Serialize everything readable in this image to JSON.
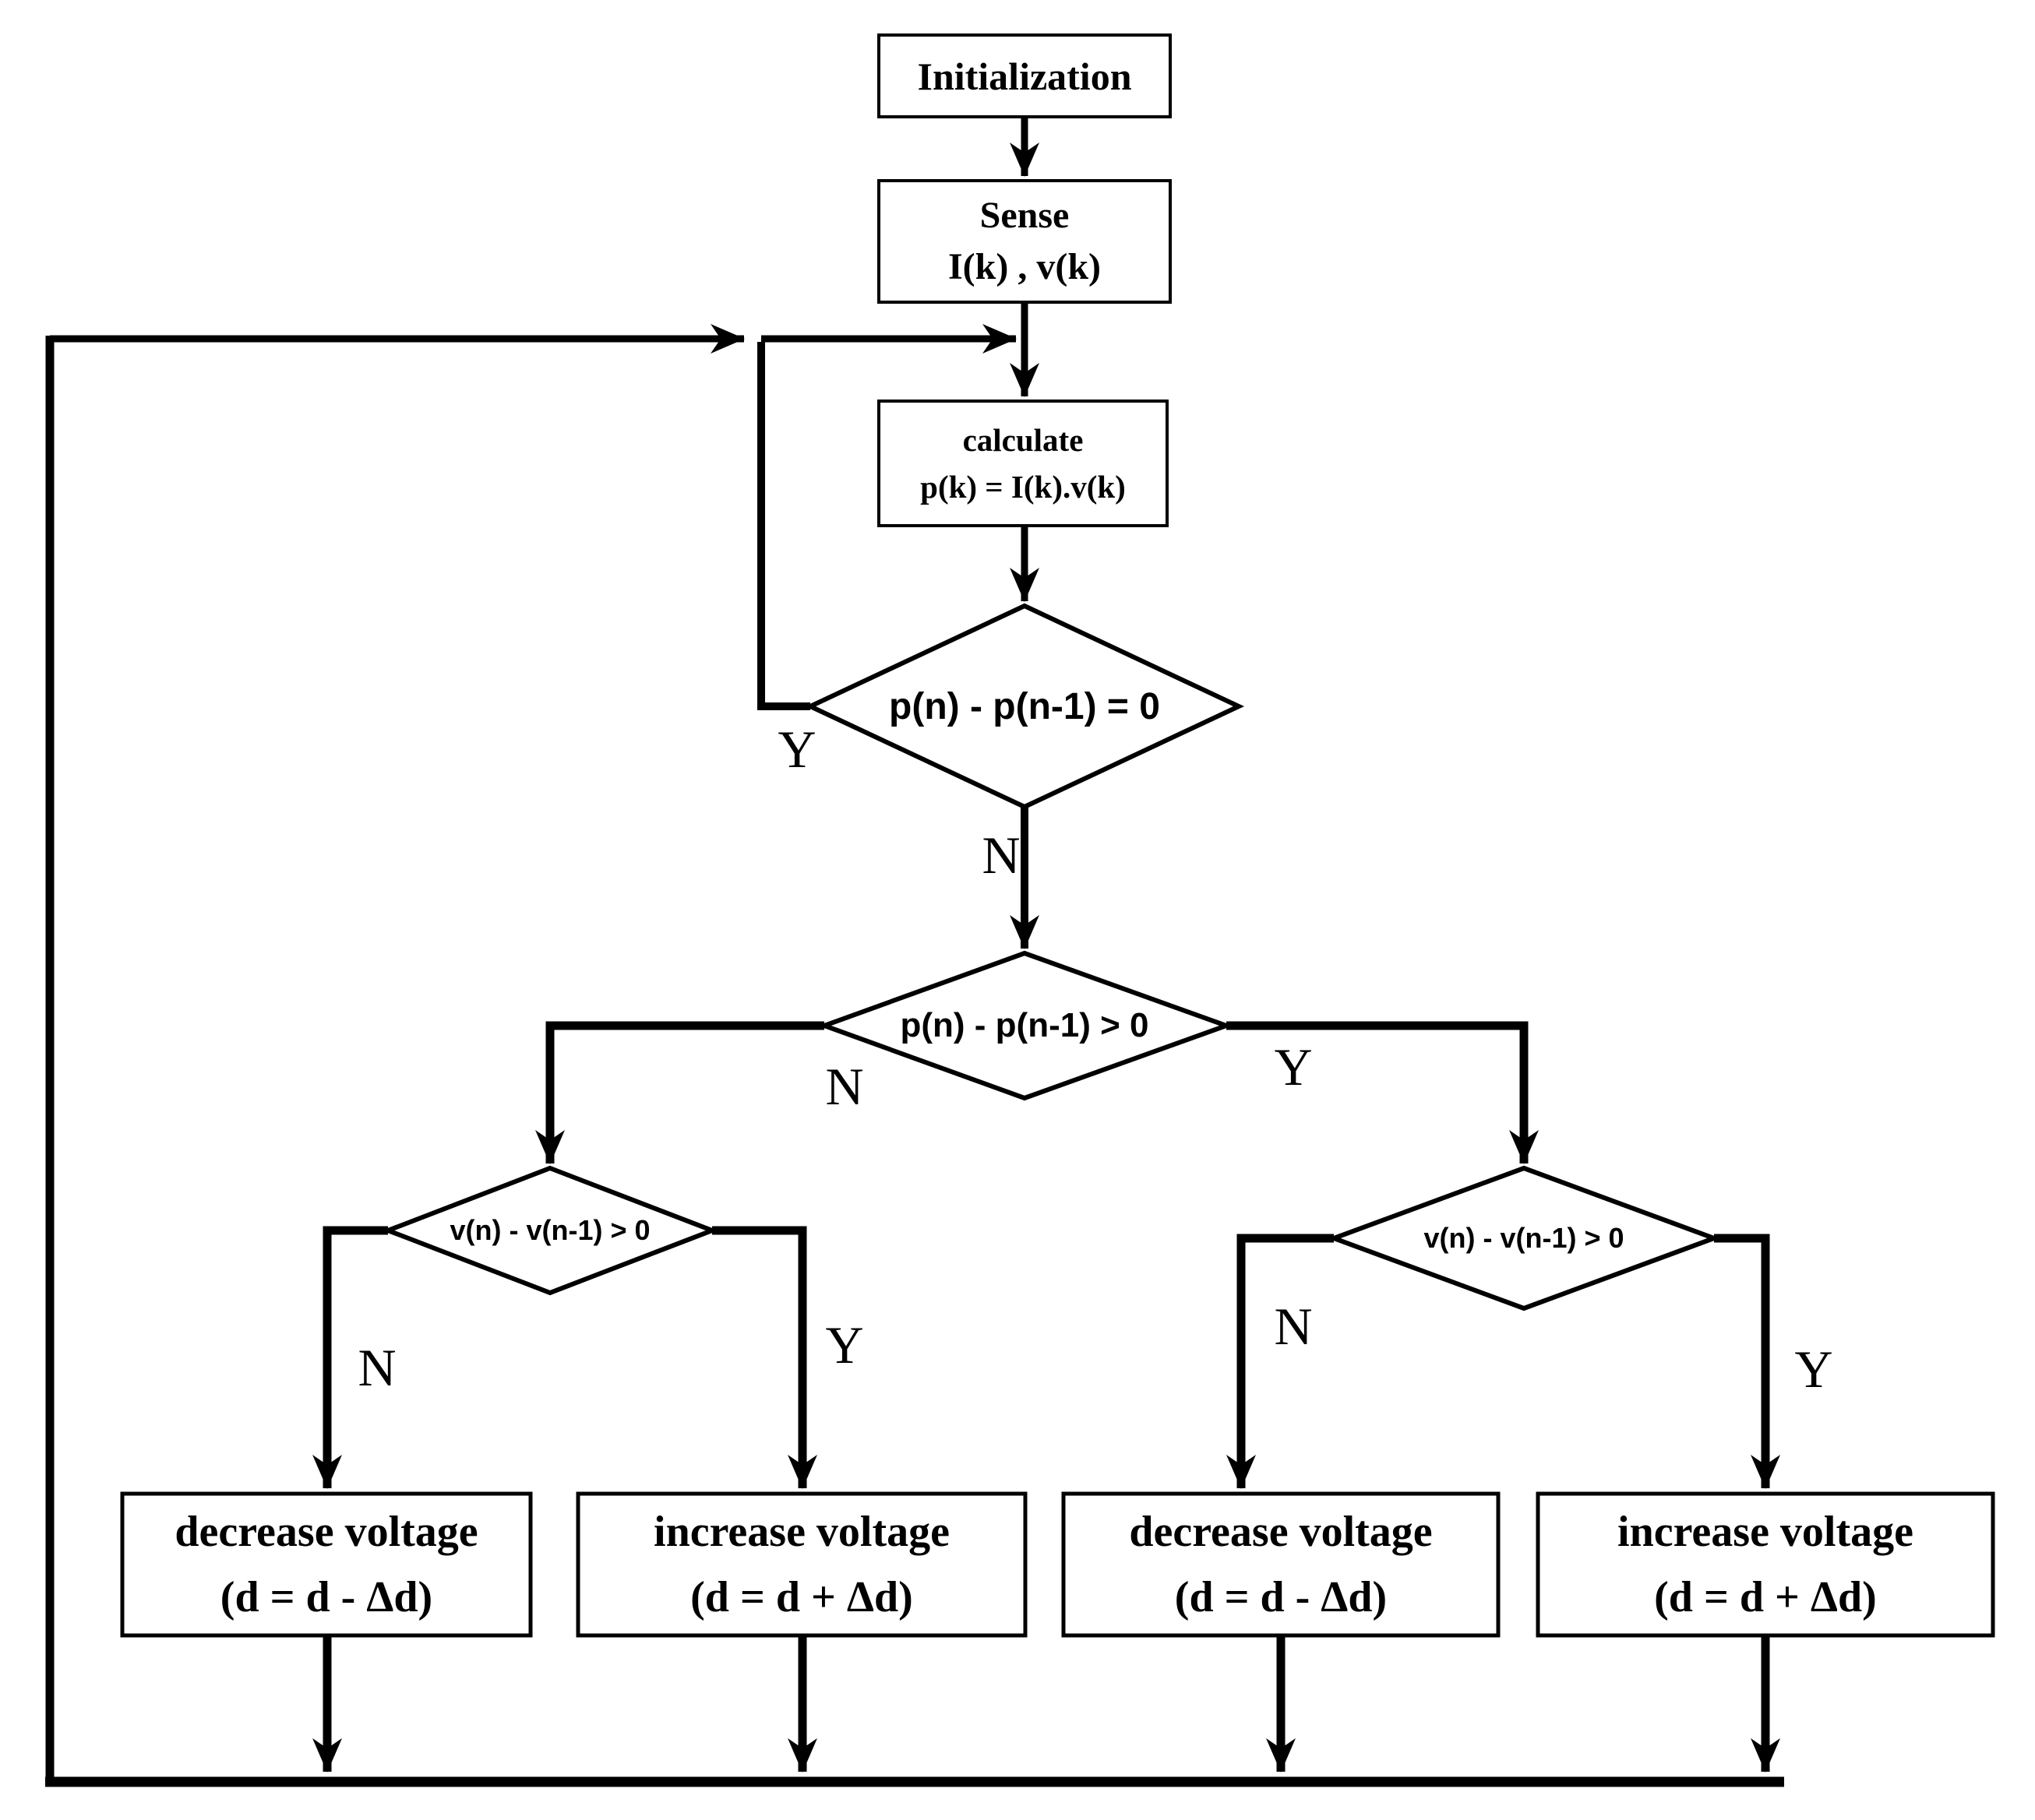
{
  "colors": {
    "background": "#ffffff",
    "line": "#000000",
    "text": "#000000"
  },
  "nodes": {
    "initialization": {
      "label": "Initialization"
    },
    "sense": {
      "line1": "Sense",
      "line2": "I(k) , v(k)"
    },
    "calculate": {
      "line1": "calculate",
      "line2": "p(k) = I(k).v(k)"
    },
    "decision_power_zero": {
      "label": "p(n) - p(n-1) = 0"
    },
    "decision_power_positive": {
      "label": "p(n) - p(n-1) > 0"
    },
    "decision_voltage_left": {
      "label": "v(n) - v(n-1) > 0"
    },
    "decision_voltage_right": {
      "label": "v(n) - v(n-1) > 0"
    },
    "decrease_voltage_left": {
      "line1": "decrease voltage",
      "line2": "(d = d - Δd)"
    },
    "increase_voltage_left": {
      "line1": "increase voltage",
      "line2": "(d = d + Δd)"
    },
    "decrease_voltage_right": {
      "line1": "decrease voltage",
      "line2": "(d = d - Δd)"
    },
    "increase_voltage_right": {
      "line1": "increase voltage",
      "line2": "(d = d + Δd)"
    }
  },
  "branch_labels": {
    "power_zero_yes": "Y",
    "power_zero_no": "N",
    "power_positive_no": "N",
    "power_positive_yes": "Y",
    "voltage_left_no": "N",
    "voltage_left_yes": "Y",
    "voltage_right_no": "N",
    "voltage_right_yes": "Y"
  }
}
